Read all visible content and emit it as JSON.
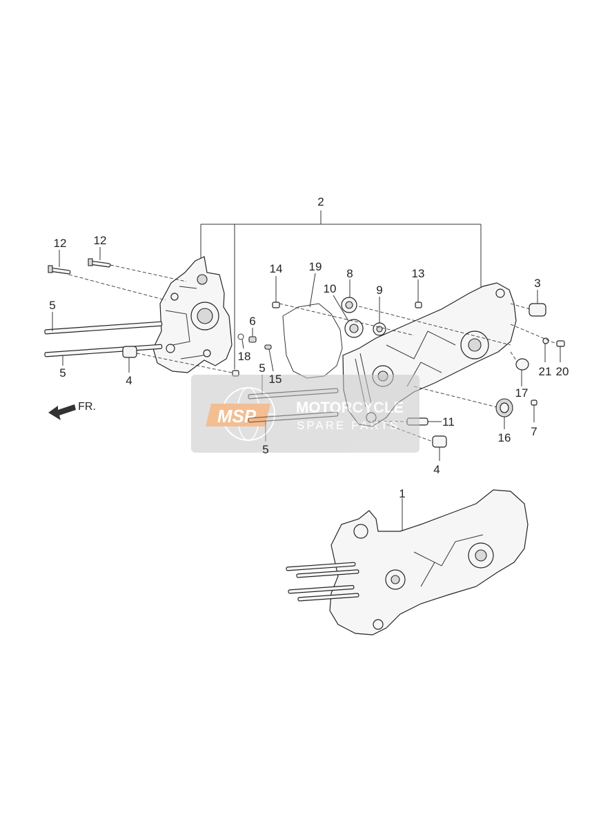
{
  "callouts": {
    "c1": "1",
    "c2": "2",
    "c3": "3",
    "c4a": "4",
    "c4b": "4",
    "c5a": "5",
    "c5b": "5",
    "c5c": "5",
    "c5d": "5",
    "c6": "6",
    "c7": "7",
    "c8": "8",
    "c9": "9",
    "c10": "10",
    "c11": "11",
    "c12a": "12",
    "c12b": "12",
    "c13": "13",
    "c14": "14",
    "c15": "15",
    "c16": "16",
    "c17": "17",
    "c18": "18",
    "c19": "19",
    "c20": "20",
    "c21": "21"
  },
  "direction_label": "FR.",
  "watermark": {
    "logo": "MSP",
    "line1": "MOTORCYCLE",
    "line2": "SPARE PARTS"
  },
  "colors": {
    "line": "#333333",
    "watermark_bg": "#c8c8c8",
    "watermark_logo": "#e8893a"
  }
}
